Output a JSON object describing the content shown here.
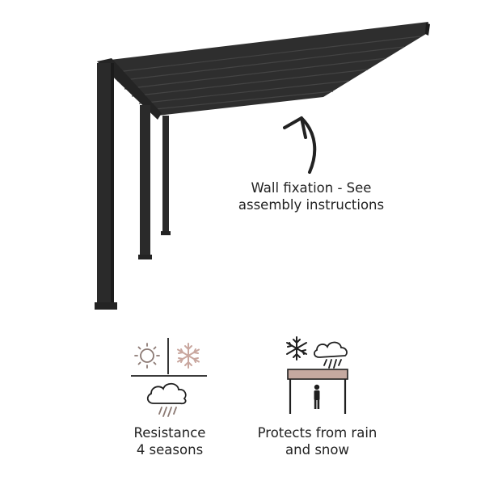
{
  "callout": {
    "line1": "Wall fixation - See",
    "line2": "assembly instructions"
  },
  "features": [
    {
      "icon": "four-seasons-icon",
      "line1": "Resistance",
      "line2": "4 seasons"
    },
    {
      "icon": "rain-snow-shelter-icon",
      "line1": "Protects from rain",
      "line2": "and snow"
    }
  ],
  "colors": {
    "frame": "#2c2c2c",
    "sun": "#8c7a74",
    "snowflake_muted": "#c9a79f",
    "roof_panel": "#c5a9a0",
    "icon_dark": "#1f1f1f"
  }
}
